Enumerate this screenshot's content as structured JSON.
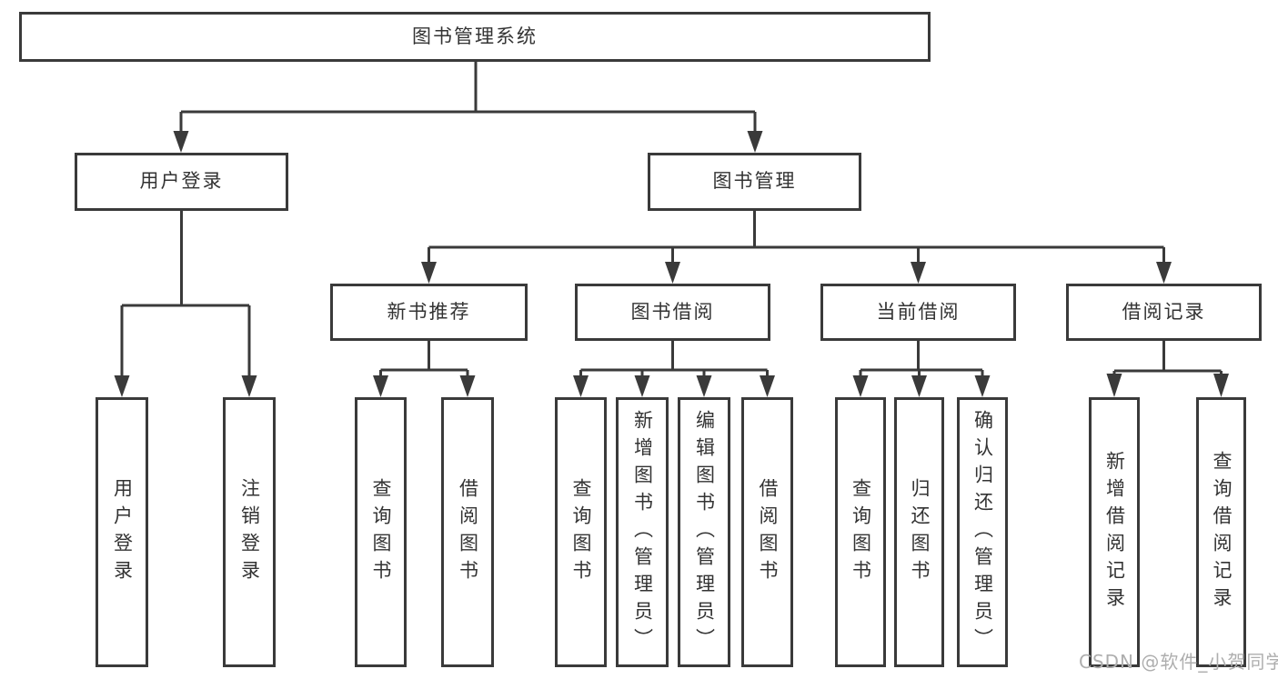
{
  "tree": {
    "root": {
      "label": "图书管理系统",
      "children": [
        {
          "label": "用户登录",
          "children": [
            {
              "label": "用户登录"
            },
            {
              "label": "注销登录"
            }
          ]
        },
        {
          "label": "图书管理",
          "children": [
            {
              "label": "新书推荐",
              "children": [
                {
                  "label": "查询图书"
                },
                {
                  "label": "借阅图书"
                }
              ]
            },
            {
              "label": "图书借阅",
              "children": [
                {
                  "label": "查询图书"
                },
                {
                  "label": "新增图书（管理员）"
                },
                {
                  "label": "编辑图书（管理员）"
                },
                {
                  "label": "借阅图书"
                }
              ]
            },
            {
              "label": "当前借阅",
              "children": [
                {
                  "label": "查询图书"
                },
                {
                  "label": "归还图书"
                },
                {
                  "label": "确认归还（管理员）"
                }
              ]
            },
            {
              "label": "借阅记录",
              "children": [
                {
                  "label": "新增借阅记录"
                },
                {
                  "label": "查询借阅记录"
                }
              ]
            }
          ]
        }
      ]
    }
  },
  "watermark": {
    "text": "CSDN @软件_小贺同学"
  },
  "colors": {
    "line": "#3a3a3a",
    "text": "#333333",
    "watermark": "#aeaeae",
    "background": "#ffffff"
  }
}
